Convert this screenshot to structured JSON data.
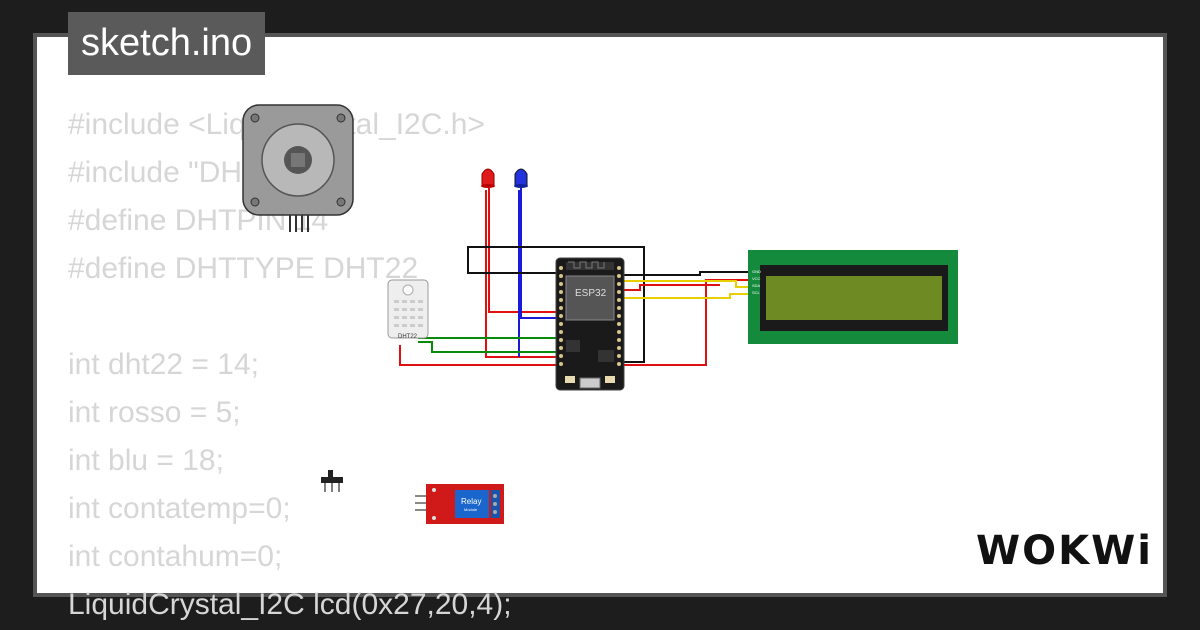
{
  "tab": {
    "filename": "sketch.ino"
  },
  "code_lines": [
    "#include <LiquidCrystal_I2C.h>",
    "#include \"DHT.h\"",
    "#define DHTPIN 14",
    "#define DHTTYPE DHT22",
    "",
    "int dht22 = 14;",
    "int rosso = 5;",
    "int blu = 18;",
    "int contatemp=0;",
    "int contahum=0;",
    "LiquidCrystal_I2C lcd(0x27,20,4);"
  ],
  "components": {
    "esp32_label": "ESP32",
    "dht_label": "DHT22",
    "relay_label": "Relay",
    "relay_sublabel": "Module",
    "lcd_pins": [
      "GND",
      "VCC",
      "SDA",
      "SCL"
    ]
  },
  "colors": {
    "wire_red": "#e01010",
    "wire_blue": "#1a1ad8",
    "wire_black": "#111111",
    "wire_green": "#0a8a0a",
    "wire_yellow": "#e8d000",
    "lcd_board": "#138a3c",
    "lcd_screen": "#6e8a22",
    "relay_board": "#d01a1a"
  },
  "brand": {
    "logo_text": "WOKWi"
  }
}
